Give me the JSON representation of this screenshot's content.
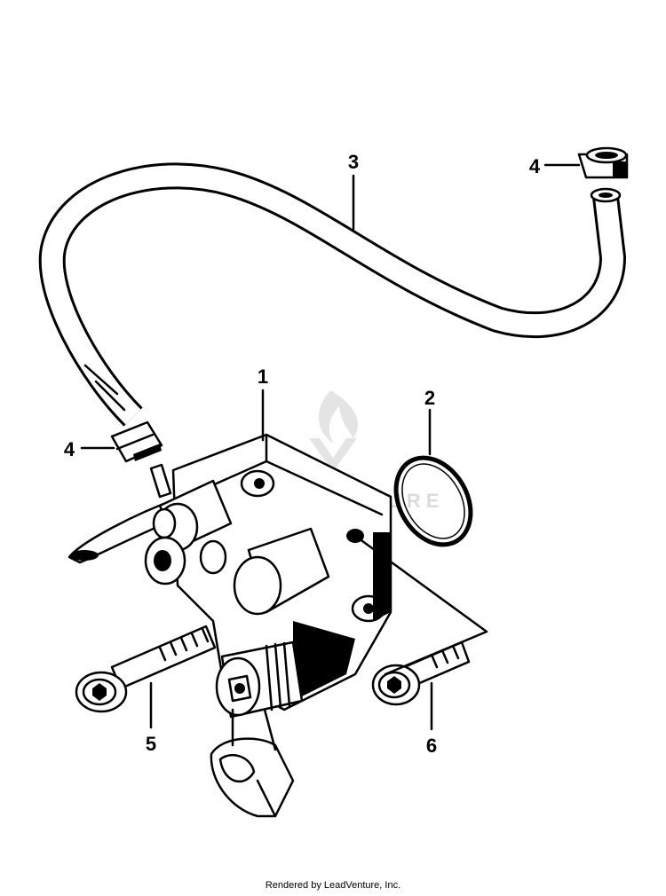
{
  "callouts": [
    {
      "id": "1",
      "label": "1"
    },
    {
      "id": "2",
      "label": "2"
    },
    {
      "id": "3",
      "label": "3"
    },
    {
      "id": "4a",
      "label": "4"
    },
    {
      "id": "4b",
      "label": "4"
    },
    {
      "id": "5",
      "label": "5"
    },
    {
      "id": "6",
      "label": "6"
    }
  ],
  "watermark": {
    "text": "LEADVENTURE",
    "icon": "leadventure-flame-logo"
  },
  "footer": {
    "text": "Rendered by LeadVenture, Inc."
  }
}
